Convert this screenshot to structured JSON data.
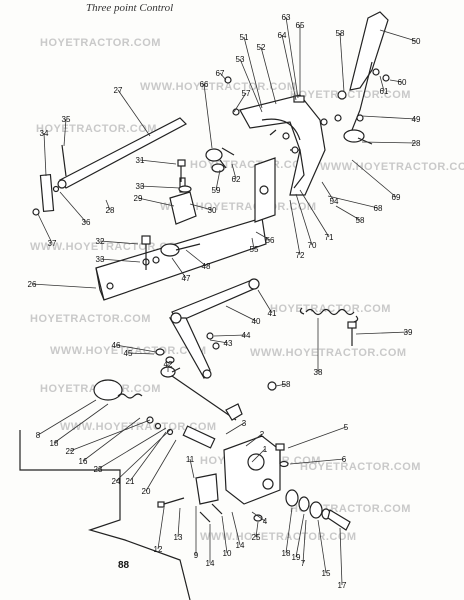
{
  "title": "Three point Control",
  "page_number": "88",
  "watermark": "HOYETRACTOR.COM",
  "watermark_url": "WWW.HOYETRACTOR.COM",
  "callouts": [
    "1",
    "2",
    "3",
    "4",
    "5",
    "6",
    "7",
    "8",
    "9",
    "10",
    "11",
    "12",
    "13",
    "14",
    "14",
    "15",
    "16",
    "17",
    "18",
    "18",
    "19",
    "20",
    "21",
    "22",
    "23",
    "24",
    "25",
    "26",
    "27",
    "28",
    "28",
    "29",
    "30",
    "31",
    "32",
    "33",
    "33",
    "34",
    "35",
    "36",
    "37",
    "38",
    "39",
    "40",
    "41",
    "42",
    "43",
    "44",
    "45",
    "46",
    "47",
    "48",
    "49",
    "50",
    "51",
    "52",
    "53",
    "54",
    "55",
    "56",
    "57",
    "58",
    "58",
    "58",
    "59",
    "60",
    "61",
    "62",
    "63",
    "64",
    "65",
    "66",
    "67",
    "68",
    "69",
    "70",
    "71",
    "72"
  ]
}
